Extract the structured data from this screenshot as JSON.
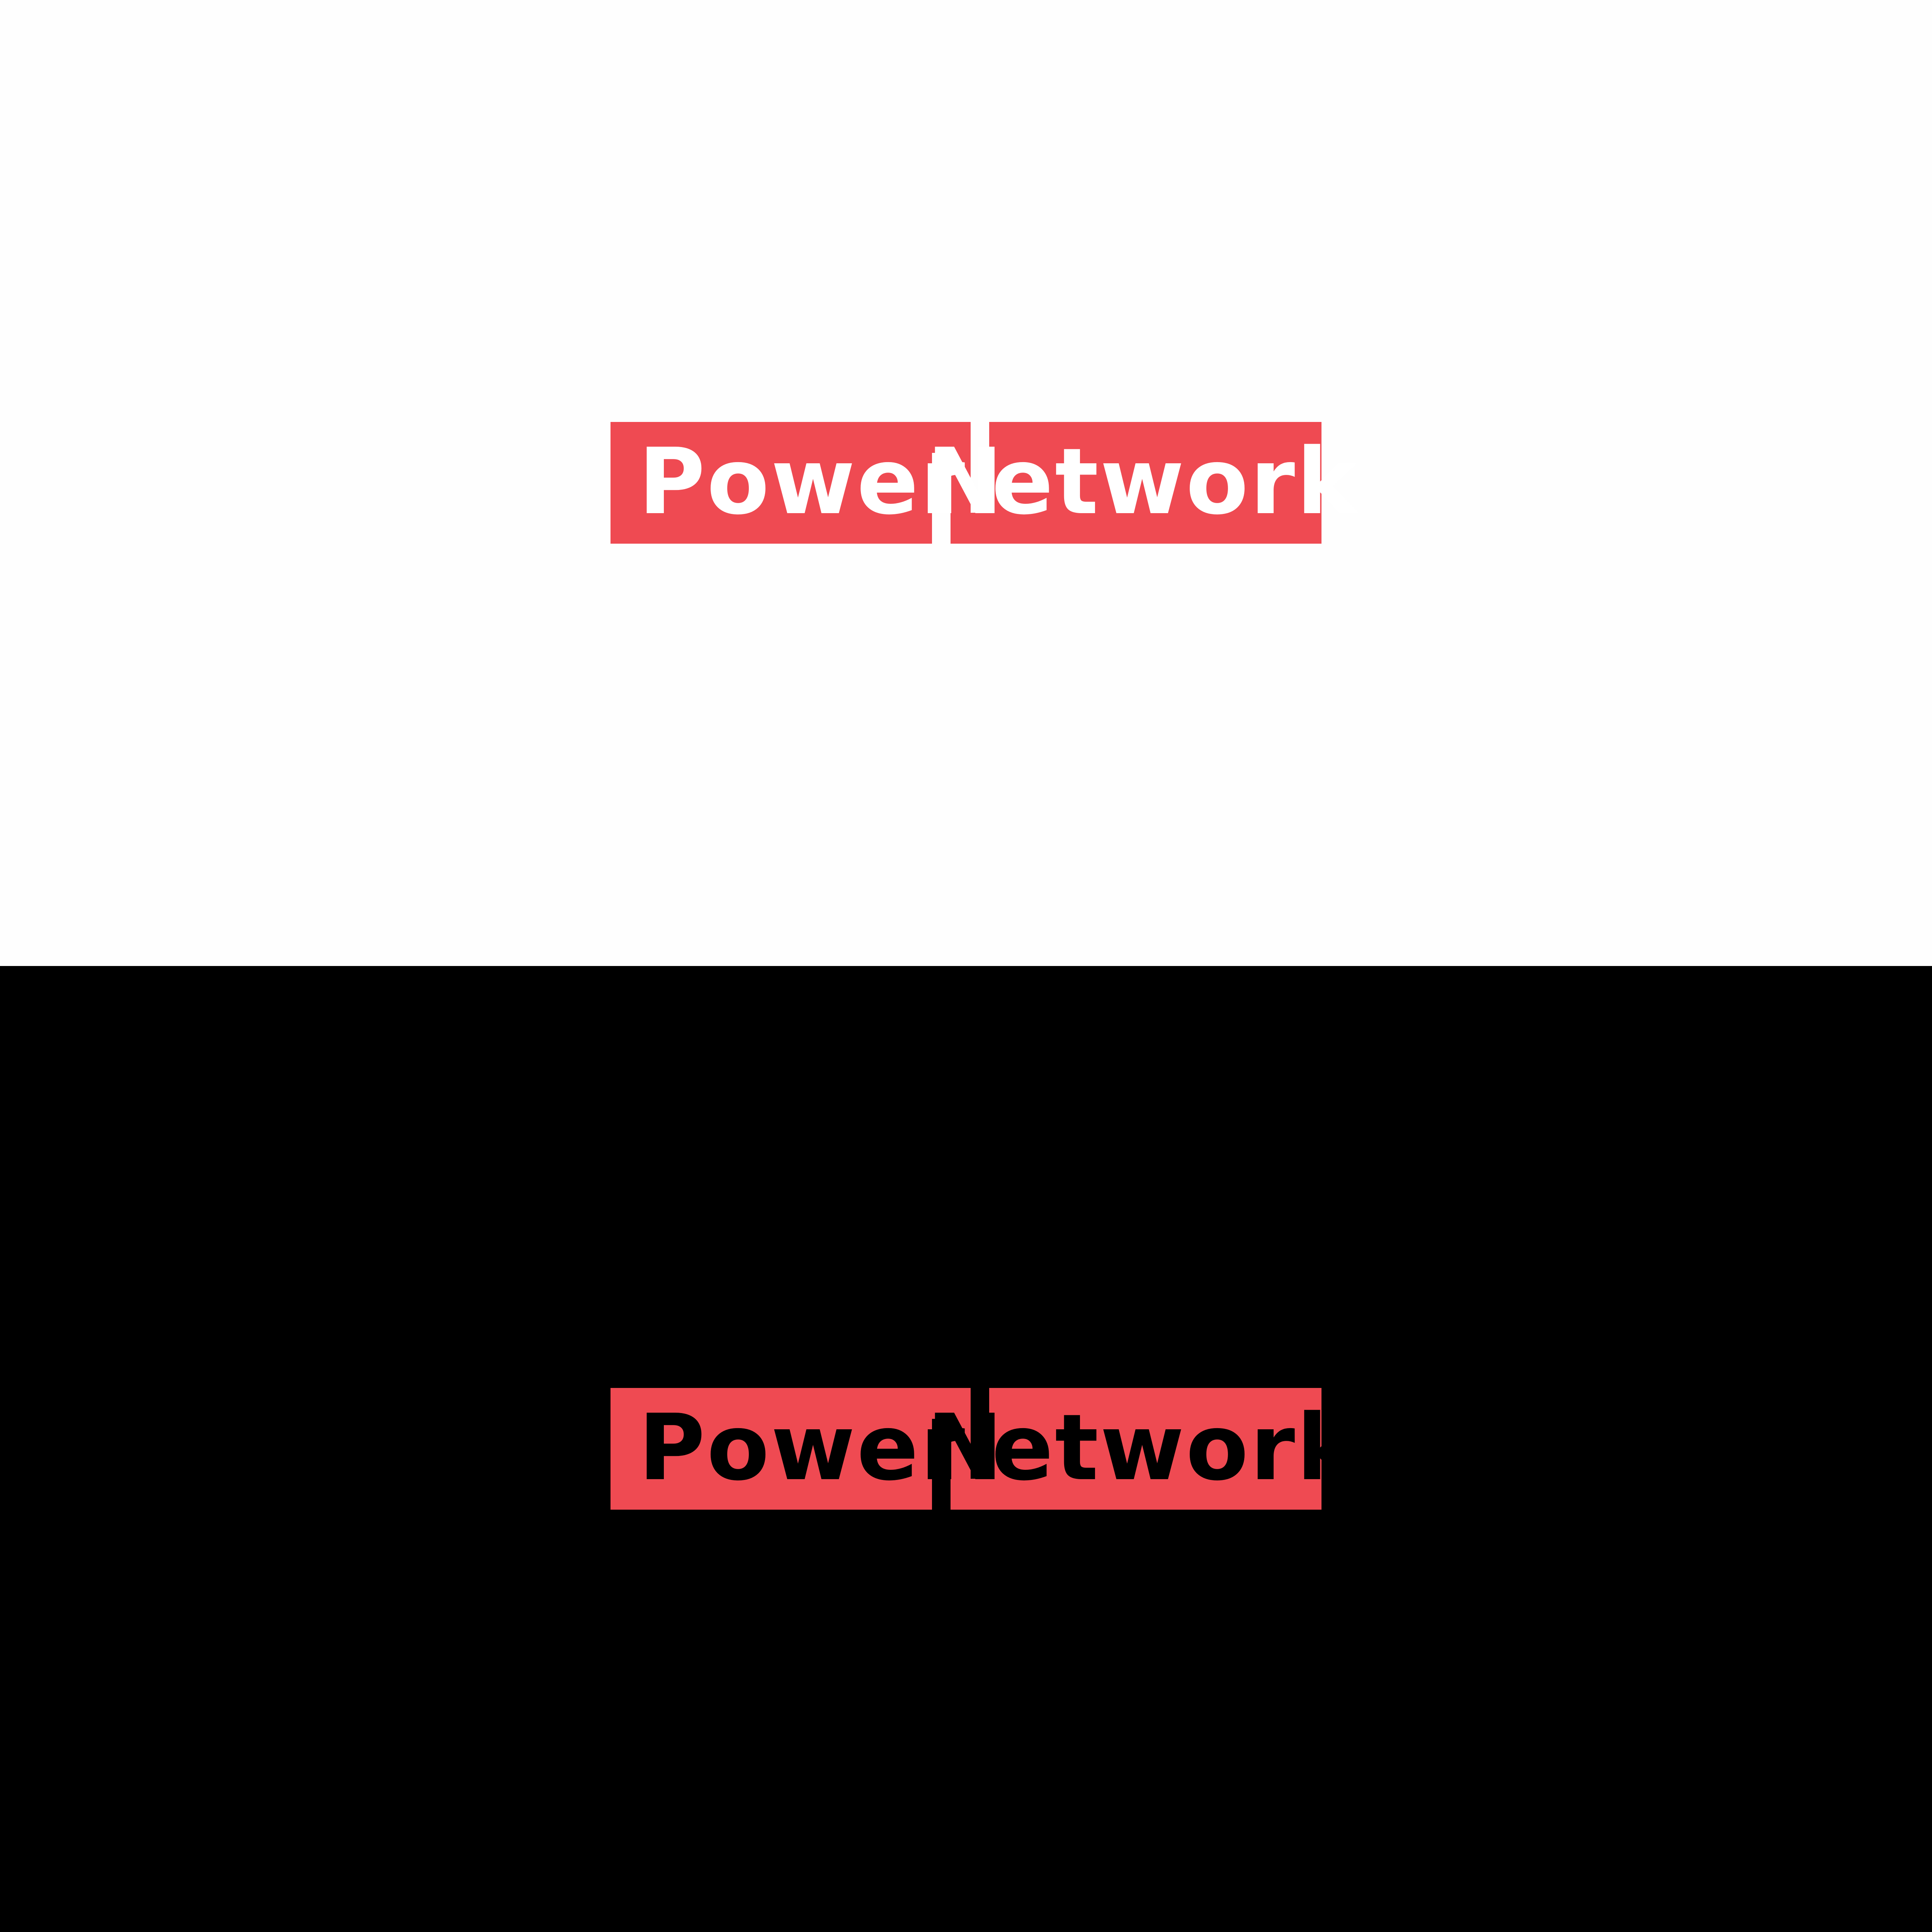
{
  "colors": {
    "light_background": "#FEFEFE",
    "dark_background": "#000000",
    "logo_red": "#EF4A52",
    "light_logo_text": "#FFFFFF",
    "dark_logo_text": "#000000"
  },
  "logo_light": {
    "word_1": "Power",
    "word_2_initial": "N",
    "word_2_rest": "etwork"
  },
  "logo_dark": {
    "word_1": "Power",
    "word_2_initial": "N",
    "word_2_rest": "etwork"
  }
}
